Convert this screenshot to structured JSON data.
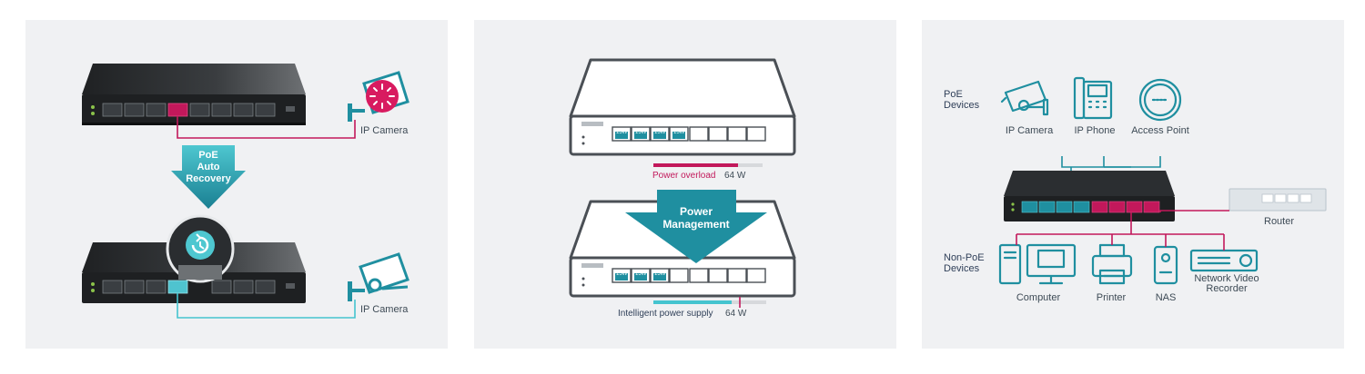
{
  "panel1": {
    "top_camera_label": "IP Camera",
    "arrow_lines": [
      "PoE",
      "Auto",
      "Recovery"
    ],
    "bottom_camera_label": "IP Camera"
  },
  "panel2": {
    "top_meter_label": "Power overload",
    "top_meter_value": "64 W",
    "top_port_watts": [
      "15W",
      "15W",
      "15W",
      "15W"
    ],
    "arrow_lines": [
      "Power",
      "Management"
    ],
    "bottom_port_watts": [
      "15W",
      "15W",
      "15W"
    ],
    "bottom_meter_label": "Intelligent power supply",
    "bottom_meter_value": "64 W"
  },
  "panel3": {
    "poe_section": [
      "PoE",
      "Devices"
    ],
    "poe_devices": [
      "IP Camera",
      "IP Phone",
      "Access Point"
    ],
    "router_label": "Router",
    "nonpoe_section": [
      "Non-PoE",
      "Devices"
    ],
    "nonpoe_devices": [
      "Computer",
      "Printer",
      "NAS"
    ],
    "nvr_lines": [
      "Network Video",
      "Recorder"
    ]
  },
  "colors": {
    "panel_bg": "#f0f1f3",
    "teal": "#1f8fa0",
    "light_teal": "#45c4cf",
    "magenta": "#c2185b",
    "navy": "#2f3f58",
    "switch_dark": "#2b2e31"
  }
}
